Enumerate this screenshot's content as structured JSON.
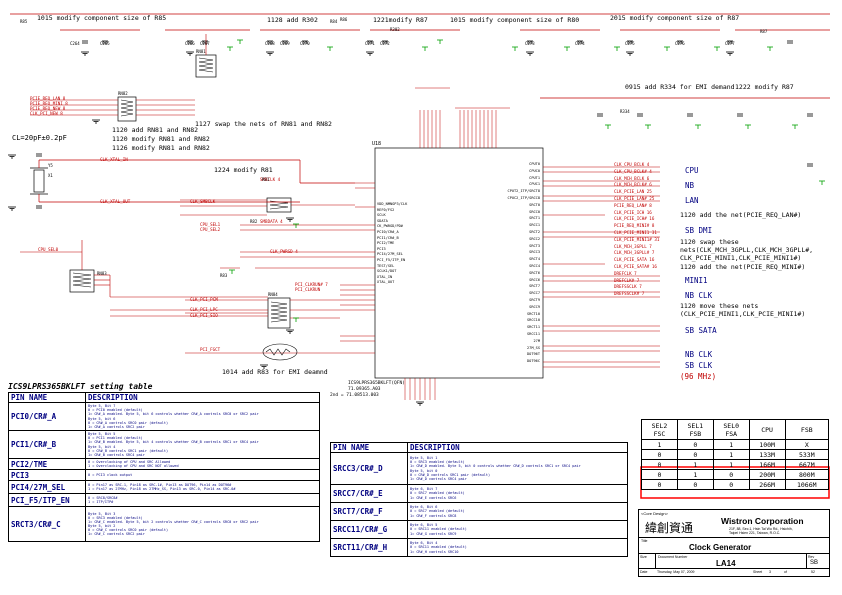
{
  "notes": {
    "n1": "1015 modify component size of R85",
    "n2": "1128 add R302",
    "n3": "1221modify R87",
    "n4": "1015 modify component size of R80",
    "n5": "2015 modify component size of R87",
    "n6": "0915 add R334 for EMI demand",
    "n7": "1222 modify R87",
    "n8": "1120 add RN81 and RN82",
    "n9": "1127 swap the nets of RN81 and RN82",
    "n10": "1120 modify RN81 and RN82",
    "n11": "1126 modify RN81 and RN82",
    "n12": "CL=20pF±0.2pF",
    "n13": "1224 modify R81",
    "n14": "1014 add R83 for EMI deamnd",
    "n15": "1120 add the net(PCIE_REQ_LAN#)",
    "n16": "1120 swap these nets(CLK_MCH_3GPLL,CLK_MCH_3GPLL#, CLK_PCIE_MINI1,CLK_PCIE_MINI1#)",
    "n17": "1120 add the net(PCIE_REQ_MINI#)",
    "n18": "1120 move these nets (CLK_PCIE_MINI1,CLK_PCIE_MINI1#)"
  },
  "right_labels": {
    "cpu": "CPU",
    "nb": "NB",
    "lan": "LAN",
    "sb_dmi": "SB DMI",
    "mini1": "MINI1",
    "nb_clk": "NB CLK",
    "sb_sata": "SB SATA",
    "nb_clk2": "NB CLK",
    "sb_clk": "SB CLK",
    "freq": "(96 MHz)"
  },
  "chip": {
    "ref": "U18",
    "part": "ICS9LPRS365BKLFT(QFN)",
    "pn1": "71.09365.A03",
    "pn2": "2nd = 71.08513.003",
    "left_pins": [
      "VDD_NMNGP3/CLK",
      "REF0/FS2",
      "SCLK",
      "SDATA",
      "CK_PWRGD/PD#",
      "PCI0/CR#_A",
      "PCI1/CR#_B",
      "PCI2/TME",
      "PCI3",
      "PCI4/27M_SEL",
      "PCI_F5/ITP_EN",
      "TEST/SEL",
      "SCLK1/DOT",
      "XTAL_IN",
      "XTAL_OUT"
    ],
    "right_pins": [
      "CPUT0",
      "CPUC0",
      "CPUT1",
      "CPUC1",
      "CPUT2_ITP/SRCT8",
      "CPUC2_ITP/SRCC8",
      "SRCT0",
      "SRCC0",
      "SRCT1",
      "SRCC1",
      "SRCT2",
      "SRCC2",
      "SRCT3",
      "SRCC3",
      "SRCT4",
      "SRCC4",
      "SRCT6",
      "SRCC6",
      "SRCT7",
      "SRCC7",
      "SRCT9",
      "SRCC9",
      "SRCT10",
      "SRCC10",
      "SRCT11",
      "SRCC11",
      "27M",
      "27M_SS",
      "DOT96T",
      "DOT96C"
    ]
  },
  "sig_right": [
    "CLK_CPU_BCLK 4",
    "CLK_CPU_BCLK# 4",
    "CLK_MCH_BCLK 6",
    "CLK_MCH_BCLK# 6",
    "CLK_PCIE_LAN 25",
    "CLK_PCIE_LAN# 25",
    "PCIE_REQ_LAN# 8",
    "CLK_PCIE_ICH 16",
    "CLK_PCIE_ICH# 16",
    "PCIE_REQ_MINI# 8",
    "CLK_PCIE_MINI1 31",
    "CLK_PCIE_MINI1# 31",
    "CLK_MCH_3GPLL 7",
    "CLK_MCH_3GPLL# 7",
    "CLK_PCIE_SATA 16",
    "CLK_PCIE_SATA# 16",
    "DREFCLK 7",
    "DREFCLK# 7",
    "DREFSSCLK 7",
    "DREFSSCLK# 7"
  ],
  "sig_left": [
    "PCIE_REQ_LAN 8",
    "PCIE_REQ_MINI 8",
    "PCIE_REQ_NEW 8",
    "CLK_PCI_NEW 8",
    "CLK_XTAL_IN",
    "CLK_XTAL_OUT",
    "CLK_SMBCLK",
    "SMBCLK 4",
    "SMBDATA 4",
    "CLK_PWRGD 4",
    "CLK_PCI_PCM",
    "PCI_CLKRUN# 7",
    "CLK_PCI_LPC",
    "PCI_CLKRUN",
    "CLK_PCI_SIO",
    "CPU_SEL0",
    "CPU_SEL1",
    "CPU_SEL2",
    "PCI_FGCT"
  ],
  "parts": [
    "RN82",
    "RN81",
    "Y5",
    "X1",
    "RN83",
    "RN84",
    "R81",
    "R82",
    "R83",
    "R84",
    "R85",
    "R86",
    "R87",
    "R302",
    "R334",
    "C264",
    "C265",
    "C266",
    "C267",
    "C268",
    "C269",
    "C270",
    "C271",
    "C272",
    "C273",
    "C274",
    "C275",
    "C276",
    "C277"
  ],
  "setting": {
    "title": "ICS9LPRS365BKLFT setting table",
    "headers": [
      "PIN NAME",
      "DESCRIPTION"
    ],
    "rows_left": [
      {
        "pin": "PCI0/CR#_A",
        "desc": "Byte 5, Bit 7\n0 = PCI0 enabled (default)\n1= CR#_A enabled. Byte 5, bit 6 controls whether CR#_A controls SRC0 or SRC2 pair\nByte 5, bit 6\n0 = CR#_A controls SRC0 pair (default)\n1= CR#_A controls SRC2 pair"
      },
      {
        "pin": "PCI1/CR#_B",
        "desc": "Byte 5, Bit 5\n0 = PCI1 enabled (default)\n1= CR#_B enabled. Byte 5, bit 4 controls whether CR#_B controls SRC1 or SRC4 pair\nByte 5, bit 4\n0 = CR#_B controls SRC1 pair (default)\n1= CR#_B controls SRC4 pair"
      },
      {
        "pin": "PCI2/TME",
        "desc": "0 = Overclocking of CPU and SRC Allowed\n1 = Overclocking of CPU and SRC NOT allowed"
      },
      {
        "pin": "PCI3",
        "desc": "0 = PCI3 clock output"
      },
      {
        "pin": "PCI4/27M_SEL",
        "desc": "0 = Pin17 as SRC-1, Pin18 as SRC-1#, Pin13 as DOT96, Pin14 as DOT96#\n1 = Pin17 as 27MHz, Pin18 as 27MHz_SS, Pin13 as SRC-0, Pin14 as SRC-0#"
      },
      {
        "pin": "PCI_F5/ITP_EN",
        "desc": "0 = SRC8/SRC8#\n1 = ITP/ITP#"
      },
      {
        "pin": "SRCT3/CR#_C",
        "desc": "Byte 5, Bit 3\n0 = SRC3 enabled (default)\n1= CR#_C enabled. Byte 5, bit 2 controls whether CR#_C controls SRC0 or SRC2 pair\nByte 5, bit 2\n0 = CR#_C controls SRC0 pair (default)\n1= CR#_C controls SRC2 pair"
      }
    ],
    "rows_right": [
      {
        "pin": "SRCC3/CR#_D",
        "desc": "Byte 5, Bit 1\n0 = SRC3 enabled (default)\n1= CR#_D enabled. Byte 5, bit 0 controls whether CR#_D controls SRC1 or SRC4 pair\nByte 5, bit 0\n0 = CR#_D controls SRC1 pair (default)\n1= CR#_D controls SRC4 pair"
      },
      {
        "pin": "SRCC7/CR#_E",
        "desc": "Byte 6, Bit 7\n0 = SRC7 enabled (default)\n1= CR#_E controls SRC6"
      },
      {
        "pin": "SRCT7/CR#_F",
        "desc": "Byte 6, Bit 6\n0 = SRC7 enabled (default)\n1= CR#_F controls SRC8"
      },
      {
        "pin": "SRCC11/CR#_G",
        "desc": "Byte 6, Bit 5\n0 = SRC11 enabled (default)\n1= CR#_G controls SRC9"
      },
      {
        "pin": "SRCT11/CR#_H",
        "desc": "Byte 6, Bit 4\n0 = SRC11 enabled (default)\n1= CR#_H controls SRC10"
      }
    ]
  },
  "freq_table": {
    "headers": [
      "SEL2\nFSC",
      "SEL1\nFSB",
      "SEL0\nFSA",
      "CPU",
      "FSB"
    ],
    "rows": [
      [
        "1",
        "0",
        "1",
        "100M",
        "X"
      ],
      [
        "0",
        "0",
        "1",
        "133M",
        "533M"
      ],
      [
        "0",
        "1",
        "1",
        "166M",
        "667M"
      ],
      [
        "0",
        "1",
        "0",
        "200M",
        "800M"
      ],
      [
        "0",
        "0",
        "0",
        "266M",
        "1066M"
      ]
    ],
    "highlight_color": "#ff0000"
  },
  "title_block": {
    "core": "<Core Design>",
    "chinese": "緯創資通",
    "company": "Wistron Corporation",
    "address1": "21F, 88, Sec.1, Hsin Tai Wu Rd., Hsichih,",
    "address2": "Taipei Hsien 221, Taiwan, R.O.C.",
    "title_label": "Title",
    "title": "Clock Generator",
    "size_label": "Size",
    "doc_label": "Document Number",
    "doc": "LA14",
    "rev_label": "Rev",
    "rev": "SB",
    "date_label": "Date",
    "date": "Thursday, May 07, 2009",
    "sheet_label": "Sheet",
    "sheet": "3",
    "of_label": "of",
    "of": "52"
  },
  "colors": {
    "wire": "#c00000",
    "part": "#000000",
    "power": "#00a000",
    "highlight": "#ff0000"
  }
}
